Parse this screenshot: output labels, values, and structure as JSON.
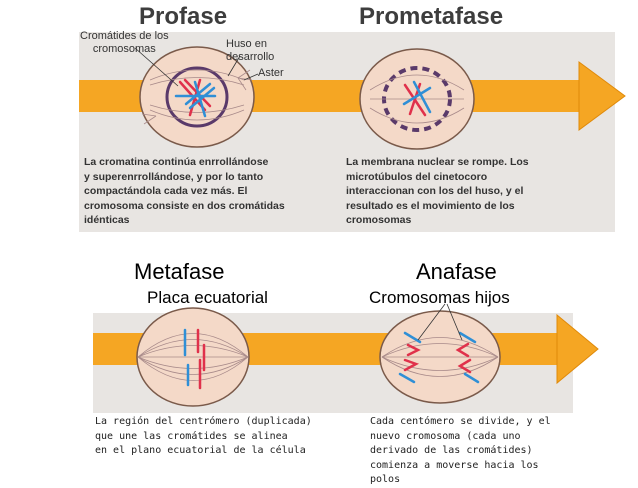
{
  "panels": {
    "prophase": {
      "title": "Profase",
      "labels": {
        "chromatids": "Cromátides de los\ncromosomas",
        "spindle": "Huso en\ndesarrollo",
        "aster": "Aster"
      },
      "description": "La cromatina continúa enrrollándose\ny superenrrollándose, y por lo tanto\ncompactándola cada vez más. El\ncromosoma consiste en dos cromátidas\nidénticas"
    },
    "prometaphase": {
      "title": "Prometafase",
      "description": "La membrana nuclear se rompe. Los\nmicrotúbulos del cinetocoro\ninteraccionan con los del huso, y el\nresultado es el movimiento de los\ncromosomas"
    },
    "metaphase": {
      "title": "Metafase",
      "label": "Placa ecuatorial",
      "description": "La región del centrómero (duplicada)\nque une  las cromátides se alinea\nen el plano ecuatorial de la célula"
    },
    "anaphase": {
      "title": "Anafase",
      "label": "Cromosomas hijos",
      "description": "Cada centómero se divide, y el\nnuevo cromosoma (cada uno\nderivado de las cromátides)\ncomienza a moverse hacia los\npolos"
    }
  },
  "colors": {
    "panel_bg": "#e8e5e2",
    "arrow": "#f5a623",
    "arrow_border": "#e08a0a",
    "cell_fill": "#f4d9c8",
    "cell_stroke": "#7a5a4a",
    "nucleus": "#5a3a6a",
    "chromosome_red": "#e0314b",
    "chromosome_blue": "#2f8fd6",
    "spindle": "#a88a8a"
  }
}
